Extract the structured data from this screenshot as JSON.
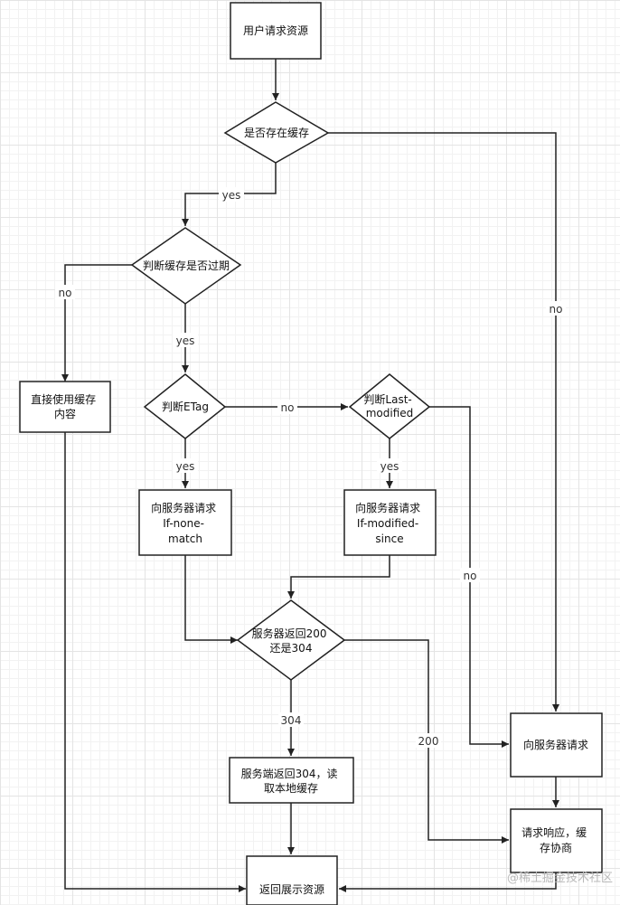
{
  "nodes": {
    "request_resource": {
      "lines": [
        "用户请求资源"
      ]
    },
    "cache_exists": {
      "lines": [
        "是否存在缓存"
      ]
    },
    "cache_expired": {
      "lines": [
        "判断缓存是否过期"
      ]
    },
    "use_cache_directly": {
      "lines": [
        "直接使用缓存",
        "内容"
      ]
    },
    "check_etag": {
      "lines": [
        "判断ETag"
      ]
    },
    "check_last_modified": {
      "lines": [
        "判断Last-",
        "modified"
      ]
    },
    "request_if_none_match": {
      "lines": [
        "向服务器请求",
        "If-none-",
        "match"
      ]
    },
    "request_if_modified_since": {
      "lines": [
        "向服务器请求",
        "If-modified-",
        "since"
      ]
    },
    "server_returns": {
      "lines": [
        "服务器返回200",
        "还是304"
      ]
    },
    "server_304_local_cache": {
      "lines": [
        "服务端返回304，读",
        "取本地缓存"
      ]
    },
    "return_display": {
      "lines": [
        "返回展示资源"
      ]
    },
    "request_server": {
      "lines": [
        "向服务器请求"
      ]
    },
    "response_cache_negotiation": {
      "lines": [
        "请求响应，缓",
        "存协商"
      ]
    }
  },
  "edge_labels": {
    "exists_yes": "yes",
    "exists_no": "no",
    "expired_no": "no",
    "expired_yes": "yes",
    "etag_no": "no",
    "etag_yes": "yes",
    "lastmod_yes": "yes",
    "lastmod_no": "no",
    "code_304": "304",
    "code_200": "200"
  },
  "watermark": "@稀土掘金技术社区",
  "colors": {
    "stroke": "#222222",
    "fill": "#ffffff",
    "grid": "#e4e4e4"
  }
}
